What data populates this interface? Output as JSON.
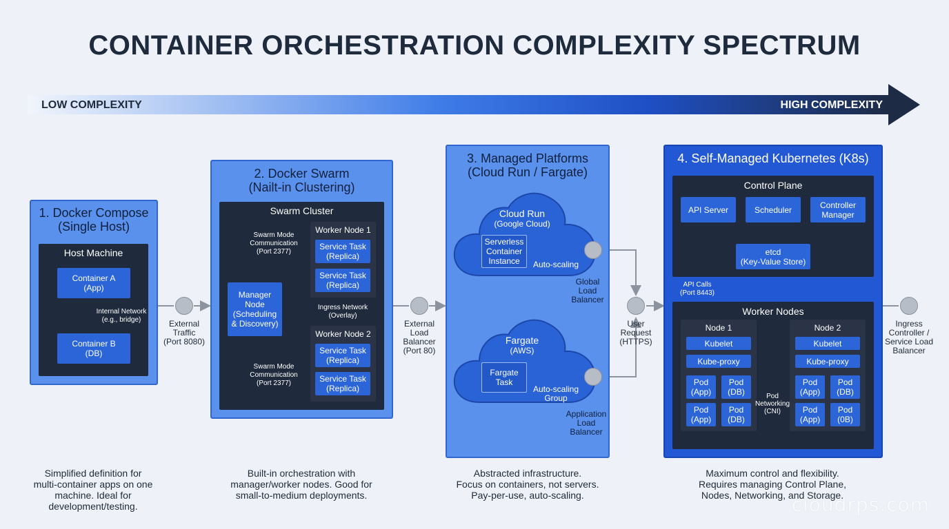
{
  "title": "CONTAINER ORCHESTRATION COMPLEXITY SPECTRUM",
  "spectrum": {
    "low": "LOW COMPLEXITY",
    "high": "HIGH COMPLEXITY"
  },
  "stage1": {
    "title_line1": "1. Docker Compose",
    "title_line2": "(Single Host)",
    "host": "Host Machine",
    "container_a_l1": "Container A",
    "container_a_l2": "(App)",
    "network_l1": "Internal Network",
    "network_l2": "(e.g., bridge)",
    "container_b_l1": "Container B",
    "container_b_l2": "(DB)"
  },
  "link1": {
    "l1": "External",
    "l2": "Traffic",
    "l3": "(Port 8080)"
  },
  "stage2": {
    "title_line1": "2. Docker Swarm",
    "title_line2": "(Nailt-in Clustering)",
    "cluster": "Swarm Cluster",
    "comm_top_l1": "Swarm Mode",
    "comm_top_l2": "Communication",
    "comm_top_l3": "(Port 2377)",
    "comm_bot_l1": "Swarm Mode",
    "comm_bot_l2": "Communication",
    "comm_bot_l3": "(Port 2377)",
    "manager_l1": "Manager",
    "manager_l2": "Node",
    "manager_l3": "(Scheduling",
    "manager_l4": "& Discovery)",
    "worker1": "Worker Node 1",
    "worker2": "Worker Node 2",
    "task_l1": "Service Task",
    "task_l2": "(Replica)",
    "ingress_l1": "Ingress Network",
    "ingress_l2": "(Overlay)"
  },
  "link2": {
    "l1": "External",
    "l2": "Load",
    "l3": "Balancer",
    "l4": "(Port 80)"
  },
  "stage3": {
    "title_line1": "3. Managed Platforms",
    "title_line2": "(Cloud Run / Fargate)",
    "cloudrun_l1": "Cloud Run",
    "cloudrun_l2": "(Google Cloud)",
    "serverless_l1": "Serverless",
    "serverless_l2": "Container",
    "serverless_l3": "Instance",
    "autoscale1": "Auto-scaling",
    "glb_l1": "Global",
    "glb_l2": "Load",
    "glb_l3": "Balancer",
    "fargate_l1": "Fargate",
    "fargate_l2": "(AWS)",
    "task_l1": "Fargate",
    "task_l2": "Task",
    "autoscale2_l1": "Auto-scaling",
    "autoscale2_l2": "Group",
    "alb_l1": "Application",
    "alb_l2": "Load",
    "alb_l3": "Balancer"
  },
  "link3": {
    "l1": "User",
    "l2": "Request",
    "l3": "(HTTPS)"
  },
  "stage4": {
    "title": "4. Self-Managed Kubernetes (K8s)",
    "control_plane": "Control Plane",
    "api_server": "API Server",
    "scheduler": "Scheduler",
    "controller_l1": "Controller",
    "controller_l2": "Manager",
    "etcd_l1": "etcd",
    "etcd_l2": "(Key-Value Store)",
    "api_calls_l1": "API Calls",
    "api_calls_l2": "(Port 8443)",
    "worker_nodes": "Worker Nodes",
    "node1": "Node 1",
    "node2": "Node 2",
    "kubelet": "Kubelet",
    "kubeproxy": "Kube-proxy",
    "pod": "Pod",
    "app": "(App)",
    "db": "(DB)",
    "db_alt": "(0B)",
    "podnet_l1": "Pod",
    "podnet_l2": "Networking",
    "podnet_l3": "(CNI)"
  },
  "link4": {
    "l1": "Ingress",
    "l2": "Controller /",
    "l3": "Service Load",
    "l4": "Balancer"
  },
  "descriptions": {
    "d1": [
      "Simplified definition for",
      "multi-container apps on one",
      "machine. Ideal for",
      "development/testing."
    ],
    "d2": [
      "Built-in orchestration with",
      "manager/worker nodes. Good for",
      "small-to-medium deployments."
    ],
    "d3": [
      "Abstracted infrastructure.",
      "Focus on containers, not servers.",
      "Pay-per-use, auto-scaling."
    ],
    "d4": [
      "Maximum control and flexibility.",
      "Requires managing Control Plane,",
      "Nodes, Networking, and Storage."
    ]
  },
  "watermark": "cloudrps.com",
  "colors": {
    "stage_light": "#5a91ec",
    "stage_dark": "#2258d4",
    "panel": "#1f2a3c",
    "node": "#2b65d8"
  }
}
